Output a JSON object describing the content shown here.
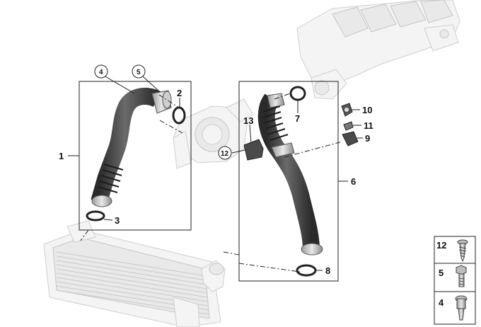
{
  "callouts": {
    "c1": "1",
    "c2": "2",
    "c3": "3",
    "c4": "4",
    "c5": "5",
    "c6": "6",
    "c7": "7",
    "c8": "8",
    "c9": "9",
    "c10": "10",
    "c11": "11",
    "c12": "12",
    "c13": "13"
  },
  "legend": {
    "rows": [
      {
        "label": "12",
        "icon": "self-tapping-screw-icon"
      },
      {
        "label": "5",
        "icon": "hex-bolt-icon"
      },
      {
        "label": "4",
        "icon": "hose-clamp-icon"
      }
    ]
  },
  "colors": {
    "hose_dark": "#3a3a3a",
    "hose_mid": "#5c5c5c",
    "ghost_fill": "#f4f4f4",
    "ghost_stroke": "#cfcfcf",
    "line": "#222222"
  }
}
